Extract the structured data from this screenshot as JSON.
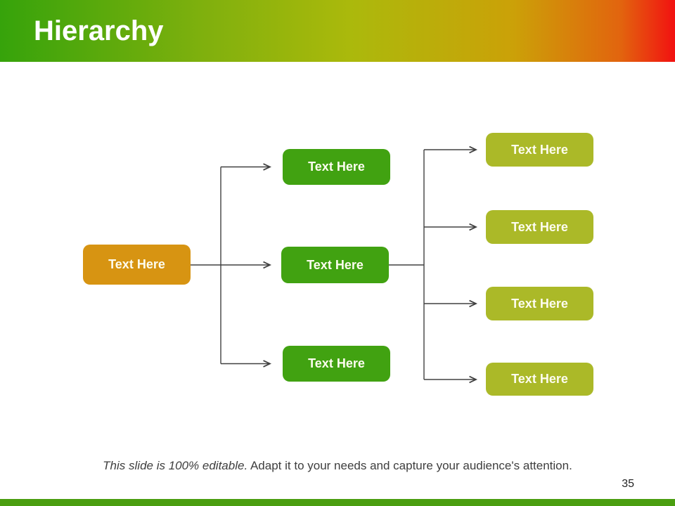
{
  "slide": {
    "header": {
      "title": "Hierarchy",
      "gradient_colors": [
        "#36A30B",
        "#ABB90C",
        "#CBA108",
        "#F21111"
      ]
    },
    "diagram": {
      "root": {
        "label": "Text Here",
        "color": "#D79412"
      },
      "level2_color": "#41A211",
      "level2": [
        {
          "label": "Text Here"
        },
        {
          "label": "Text Here"
        },
        {
          "label": "Text Here"
        }
      ],
      "level3_color": "#ABB928",
      "level3": [
        {
          "label": "Text Here"
        },
        {
          "label": "Text Here"
        },
        {
          "label": "Text Here"
        },
        {
          "label": "Text Here"
        }
      ],
      "connector_color": "#404040"
    },
    "footer": {
      "note_italic": "This slide is 100% editable.",
      "note_regular": " Adapt it to your needs and capture your audience's attention.",
      "page_number": "35",
      "bar_color": "#4A9E10"
    }
  }
}
